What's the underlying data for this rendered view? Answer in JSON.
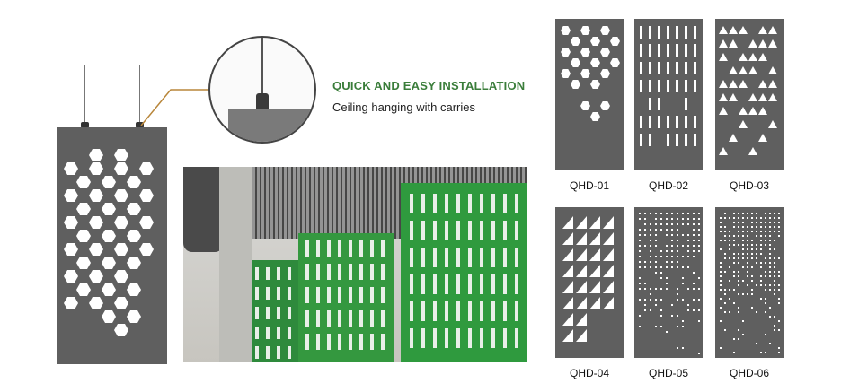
{
  "installation": {
    "title": "QUICK AND EASY INSTALLATION",
    "subtitle": "Ceiling hanging with carries"
  },
  "colors": {
    "panel": "#5f5f5f",
    "accent_green": "#3a7d3a",
    "leader_line": "#b8863a"
  },
  "patterns": [
    {
      "code": "QHD-01",
      "motif": "hexagon"
    },
    {
      "code": "QHD-02",
      "motif": "vertical-slots"
    },
    {
      "code": "QHD-03",
      "motif": "triangles"
    },
    {
      "code": "QHD-04",
      "motif": "large-triangles"
    },
    {
      "code": "QHD-05",
      "motif": "dot-gradient"
    },
    {
      "code": "QHD-06",
      "motif": "dot-gradient-fine"
    }
  ]
}
